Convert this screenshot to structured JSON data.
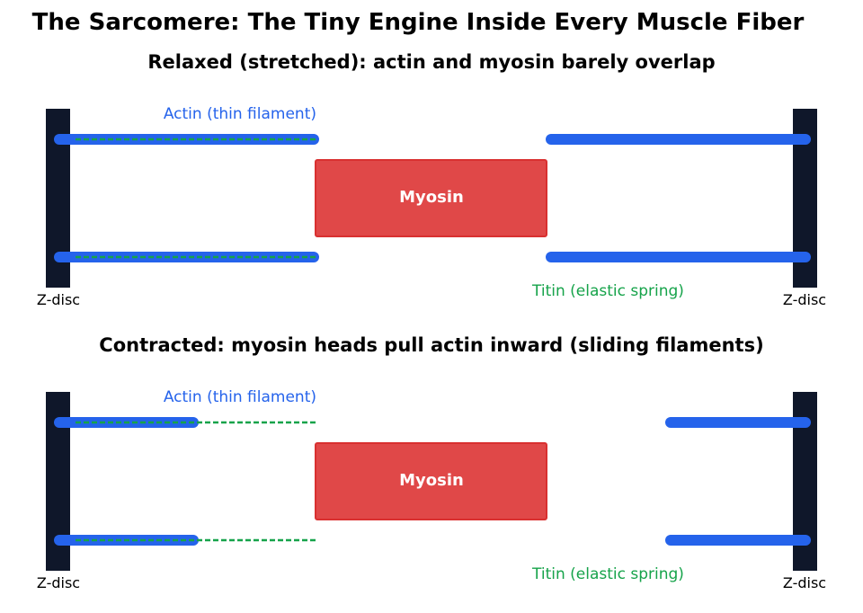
{
  "title": "The Sarcomere: The Tiny Engine Inside Every Muscle Fiber",
  "panels": [
    {
      "heading": "Relaxed (stretched): actin and myosin barely overlap",
      "actin_label": "Actin (thin filament)",
      "myosin_label": "Myosin",
      "titin_label": "Titin (elastic spring)",
      "zdisc_left": "Z-disc",
      "zdisc_right": "Z-disc"
    },
    {
      "heading": "Contracted: myosin heads pull actin inward (sliding filaments)",
      "actin_label": "Actin (thin filament)",
      "myosin_label": "Myosin",
      "titin_label": "Titin (elastic spring)",
      "zdisc_left": "Z-disc",
      "zdisc_right": "Z-disc"
    }
  ],
  "colors": {
    "zdisc": "#0f172a",
    "actin": "#2563eb",
    "myosin_fill": "#e04848",
    "myosin_edge": "#d93030",
    "titin": "#16a34a"
  }
}
